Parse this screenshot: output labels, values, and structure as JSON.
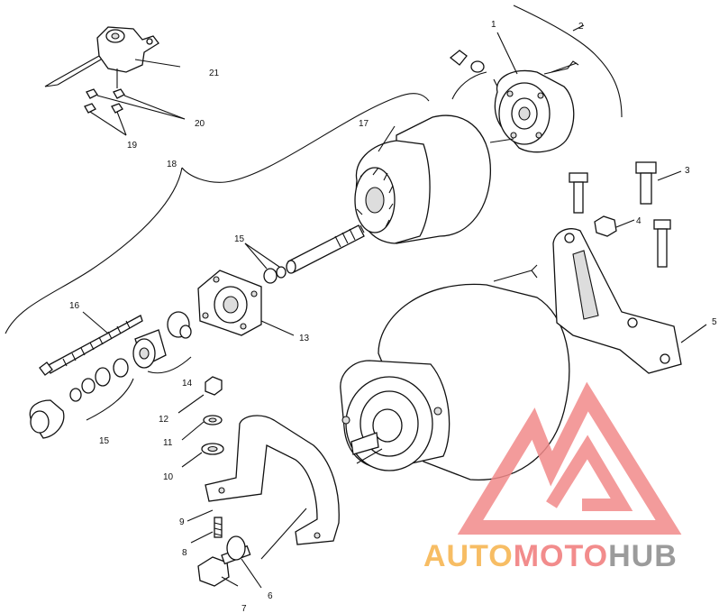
{
  "diagram": {
    "callouts": [
      {
        "id": "c1",
        "text": "1"
      },
      {
        "id": "c2",
        "text": "2"
      },
      {
        "id": "c3",
        "text": "3"
      },
      {
        "id": "c4",
        "text": "4"
      },
      {
        "id": "c5",
        "text": "5"
      },
      {
        "id": "c6",
        "text": "6"
      },
      {
        "id": "c7",
        "text": "7"
      },
      {
        "id": "c8",
        "text": "8"
      },
      {
        "id": "c9",
        "text": "9"
      },
      {
        "id": "c10",
        "text": "10"
      },
      {
        "id": "c11",
        "text": "11"
      },
      {
        "id": "c12",
        "text": "12"
      },
      {
        "id": "c13",
        "text": "13"
      },
      {
        "id": "c14",
        "text": "14"
      },
      {
        "id": "c15a",
        "text": "15"
      },
      {
        "id": "c15b",
        "text": "15"
      },
      {
        "id": "c16",
        "text": "16"
      },
      {
        "id": "c17",
        "text": "17"
      },
      {
        "id": "c18",
        "text": "18"
      },
      {
        "id": "c19",
        "text": "19"
      },
      {
        "id": "c20",
        "text": "20"
      },
      {
        "id": "c21",
        "text": "21"
      }
    ]
  },
  "watermark": {
    "part1": "AUTO",
    "part2": "MOTO",
    "part3": "HUB",
    "colors": {
      "orange": "#f6b24a",
      "red": "#f07878",
      "gray": "#8a8a8a",
      "triangle": "#f28a8a"
    }
  }
}
